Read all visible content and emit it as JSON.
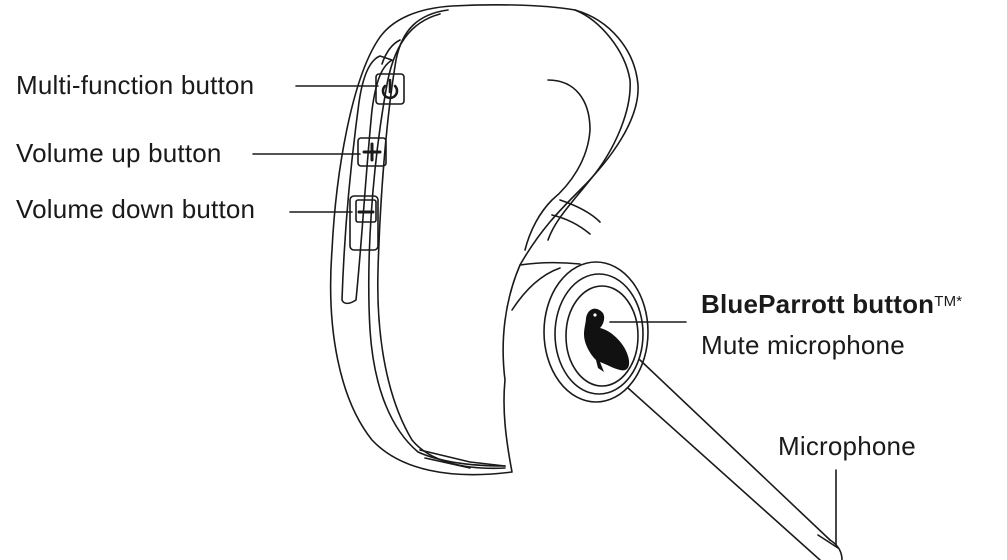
{
  "labels": {
    "multifunction": "Multi-function button",
    "volume_up": "Volume up button",
    "volume_down": "Volume down button",
    "blueparrott": "BlueParrott button",
    "blueparrott_mark": "TM*",
    "mute": "Mute microphone",
    "microphone": "Microphone"
  },
  "icons": {
    "power": "power-icon",
    "plus": "plus-icon",
    "minus": "minus-icon",
    "parrot": "parrot-logo"
  },
  "colors": {
    "line": "#1a1a1a",
    "background": "#ffffff"
  }
}
